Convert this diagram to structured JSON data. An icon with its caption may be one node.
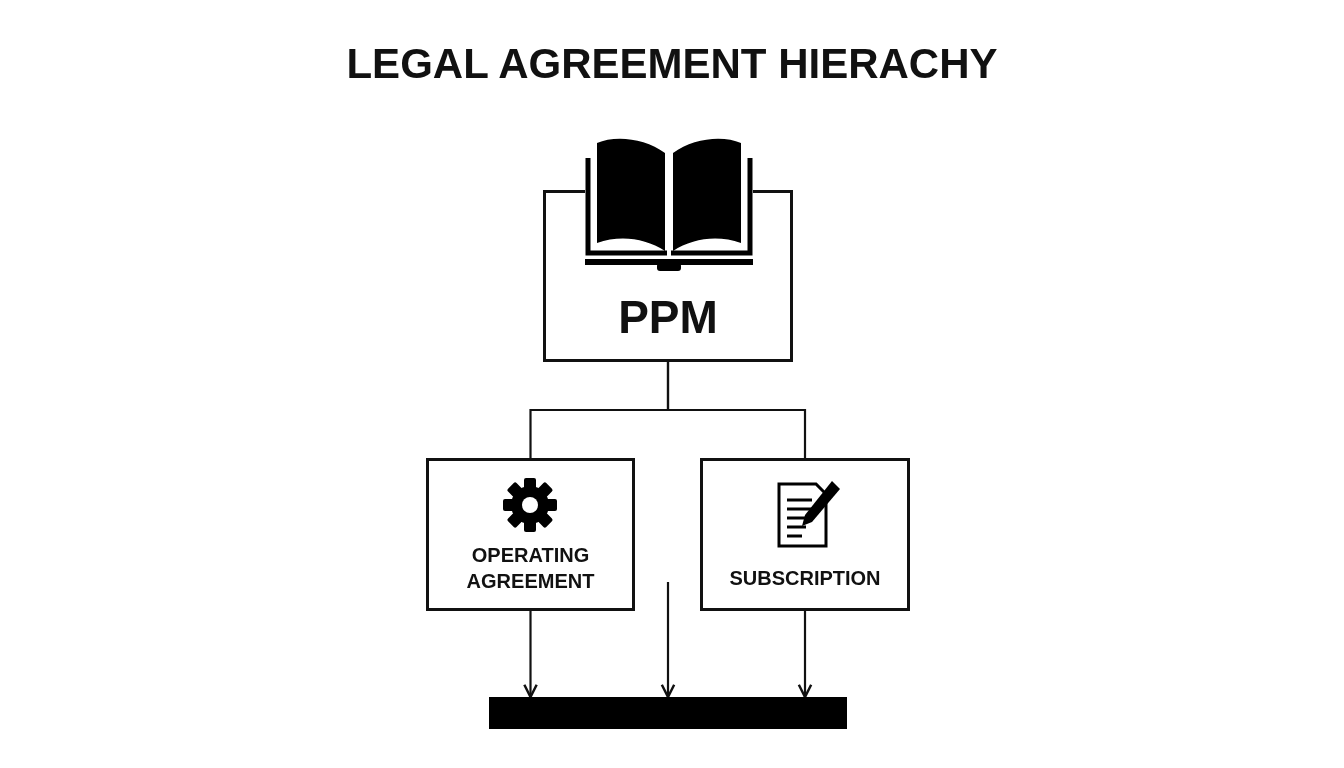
{
  "diagram": {
    "title": "LEGAL AGREEMENT HIERACHY",
    "nodes": [
      {
        "text": [
          "PPM"
        ]
      },
      {
        "text": [
          "OPERATING AGREEMENT"
        ]
      },
      {
        "text": [
          "SUBSCRIPTION"
        ]
      },
      {
        "text": [],
        "shape": "bar"
      }
    ],
    "edges": [
      {
        "from": 0,
        "to": 1,
        "arrow": "none"
      },
      {
        "from": 0,
        "to": 2,
        "arrow": "none"
      },
      {
        "from": 1,
        "to": 3,
        "arrow": "to"
      },
      {
        "from": null,
        "to": 3,
        "arrow": "to"
      },
      {
        "from": 2,
        "to": 3,
        "arrow": "to"
      }
    ]
  }
}
